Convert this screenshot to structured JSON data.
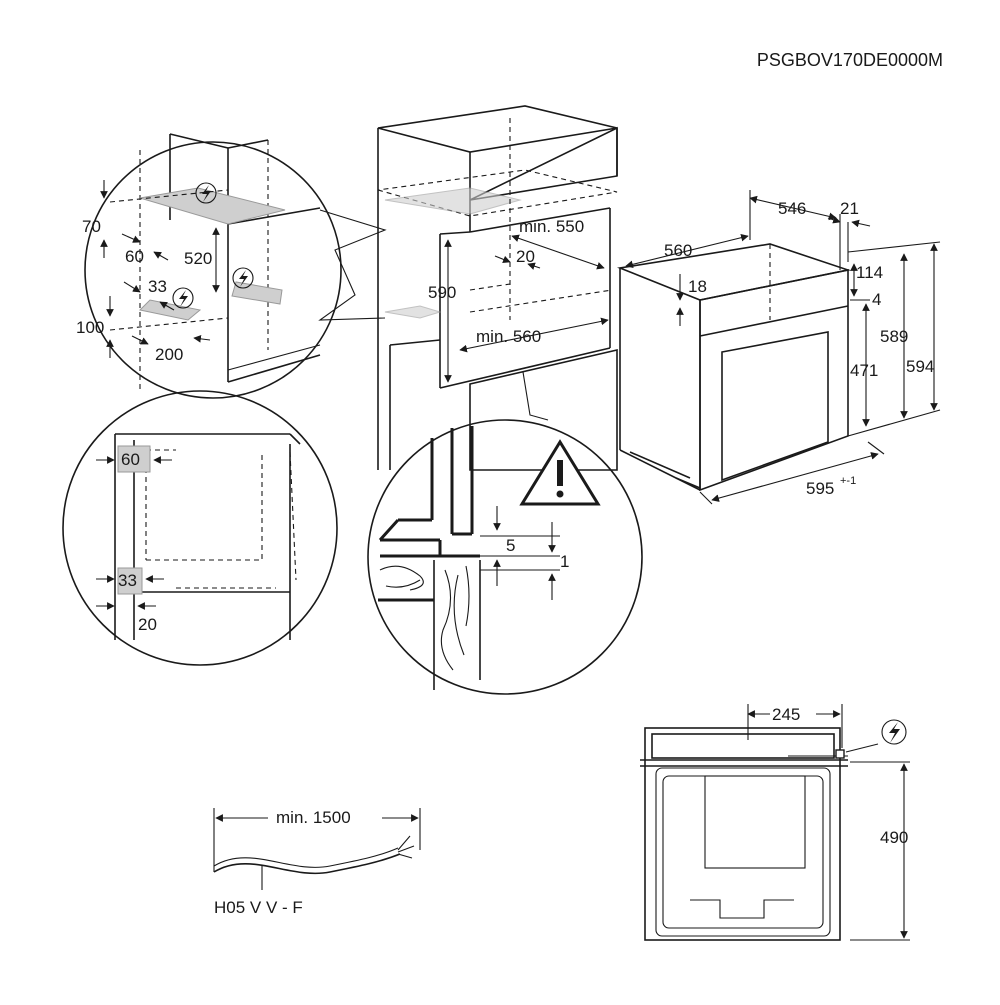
{
  "document": {
    "product_code": "PSGBOV170DE0000M"
  },
  "icons": {
    "power": "lightning-bolt-circle-icon",
    "warning": "warning-triangle-icon"
  },
  "colors": {
    "line": "#1a1a1a",
    "highlight": "#cfcfcf"
  },
  "detail_top_left": {
    "d70": "70",
    "d60": "60",
    "d520": "520",
    "d33": "33",
    "d100": "100",
    "d200": "200"
  },
  "detail_mid_left": {
    "d60": "60",
    "d33": "33",
    "d20": "20"
  },
  "cabinet": {
    "min550": "min. 550",
    "d20": "20",
    "d590": "590",
    "min560": "min. 560"
  },
  "detail_bottom_center": {
    "d5": "5",
    "d1": "1"
  },
  "oven": {
    "d546": "546",
    "d21": "21",
    "d560": "560",
    "d18": "18",
    "d114": "114",
    "d4": "4",
    "d589": "589",
    "d594": "594",
    "d471": "471",
    "d595": "595",
    "d595_tol": "+-1"
  },
  "cable": {
    "min1500": "min. 1500",
    "type": "H05 V V - F"
  },
  "back_view": {
    "d245": "245",
    "d490": "490"
  }
}
